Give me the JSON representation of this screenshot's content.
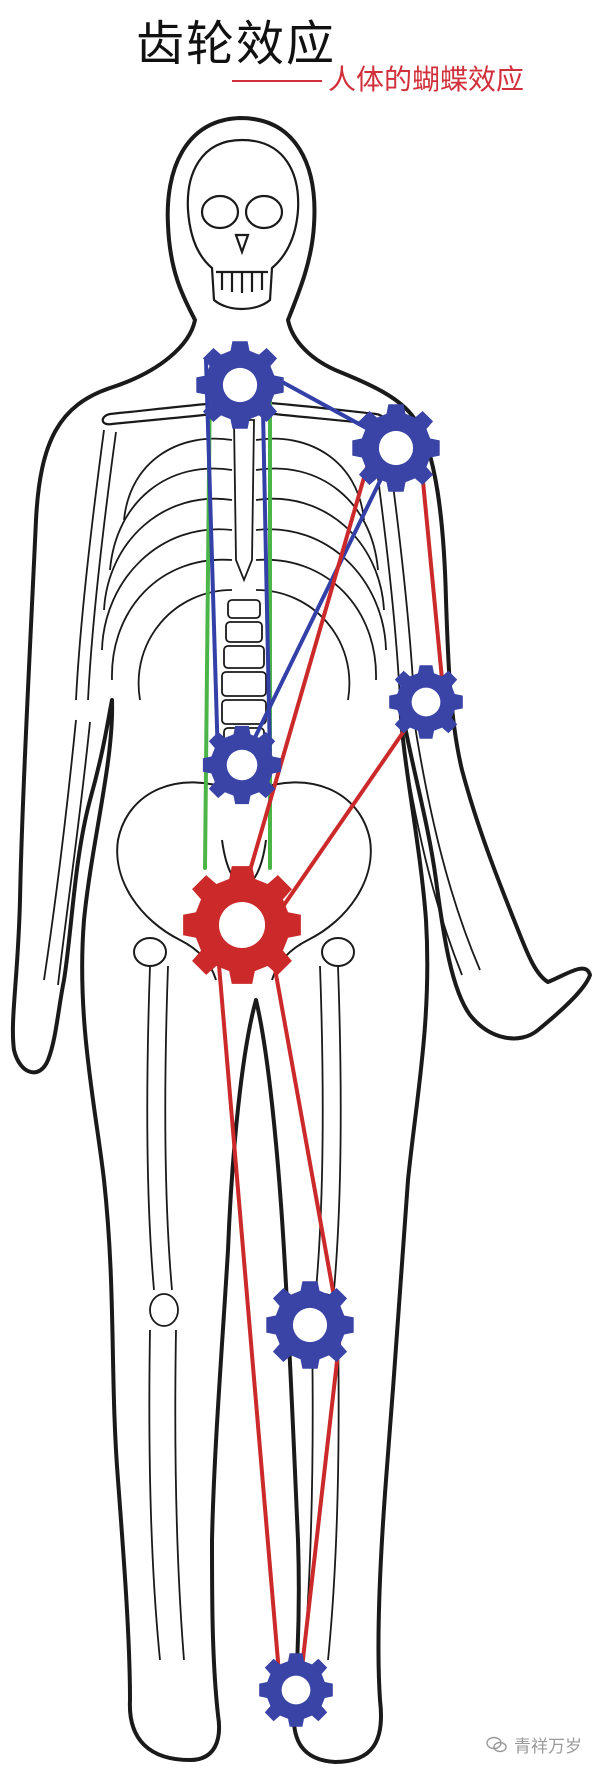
{
  "title": "齿轮效应",
  "subtitle": "人体的蝴蝶效应",
  "watermark": "青祥万岁",
  "colors": {
    "outline": "#1a1a1a",
    "gear_blue": "#3a43a6",
    "gear_red": "#cc2a2a",
    "line_blue": "#3340a8",
    "line_red": "#cc2a2a",
    "line_green": "#4cb548",
    "subtitle": "#d1303b"
  },
  "gears": [
    {
      "name": "cervical-gear",
      "color": "blue"
    },
    {
      "name": "shoulder-gear",
      "color": "blue"
    },
    {
      "name": "elbow-gear",
      "color": "blue"
    },
    {
      "name": "lumbar-gear",
      "color": "blue"
    },
    {
      "name": "pelvis-gear",
      "color": "red"
    },
    {
      "name": "knee-gear",
      "color": "blue"
    },
    {
      "name": "ankle-gear",
      "color": "blue"
    }
  ]
}
